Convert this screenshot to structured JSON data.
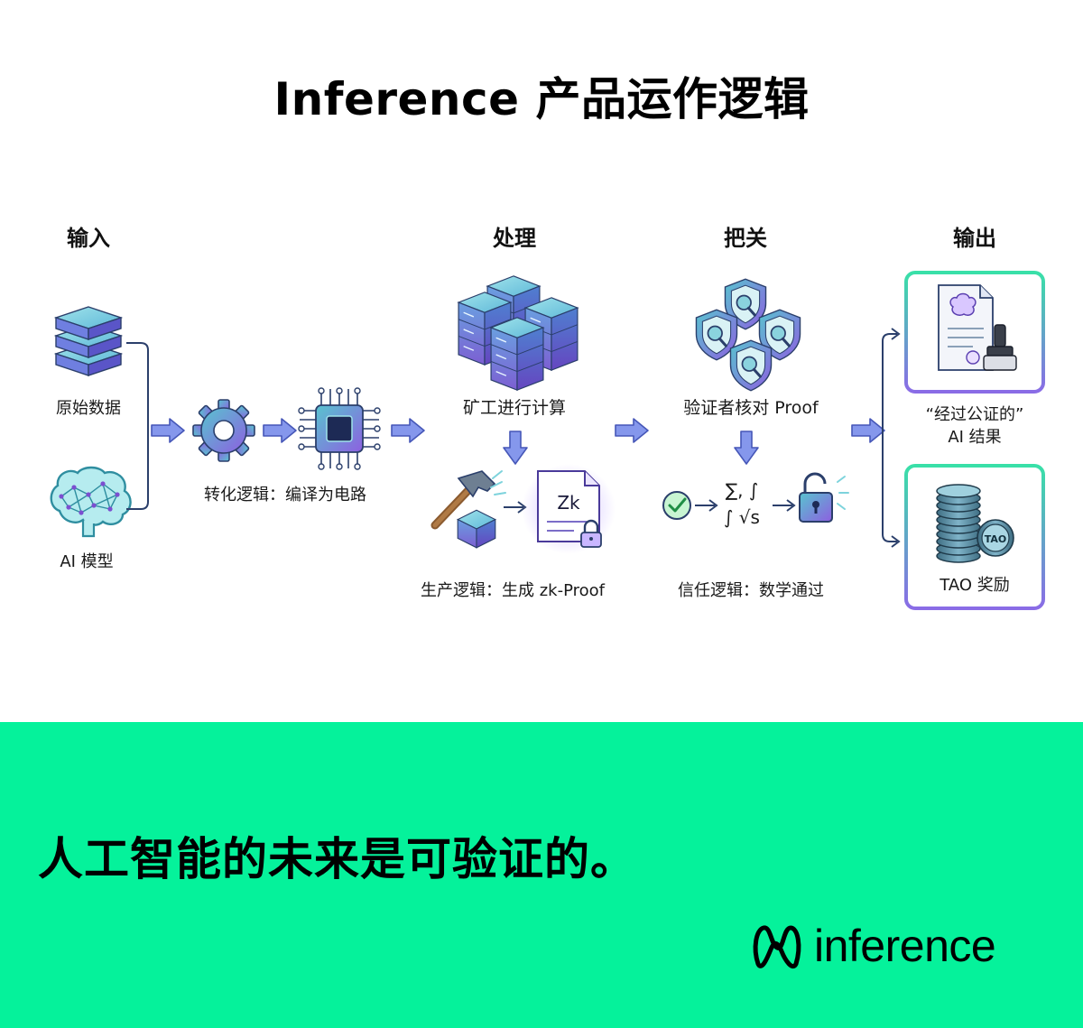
{
  "title": "Inference 产品运作逻辑",
  "stages": {
    "input": "输入",
    "process": "处理",
    "gate": "把关",
    "output": "输出"
  },
  "labels": {
    "raw_data": "原始数据",
    "ai_model": "AI 模型",
    "transform": "转化逻辑：编译为电路",
    "miners": "矿工进行计算",
    "production": "生产逻辑：生成 zk-Proof",
    "zk_badge": "Zk",
    "verifiers": "验证者核对 Proof",
    "math_top": "∑, ∫",
    "math_bottom": "∫ √s",
    "trust": "信任逻辑：数学通过",
    "certified_line1": "“经过公证的”",
    "certified_line2": "AI 结果",
    "coin_badge": "TAO",
    "reward": "TAO 奖励"
  },
  "banner": {
    "slogan": "人工智能的未来是可验证的。",
    "brand": "inference"
  },
  "colors": {
    "accent_green": "#05f29b",
    "arrow_blue": "#6f86e3",
    "icon_teal": "#4fb6c8",
    "icon_purple": "#8a68d8"
  },
  "icons": {
    "database": "database-icon",
    "brain": "brain-icon",
    "gear": "gear-icon",
    "chip": "chip-icon",
    "servers": "server-cluster-icon",
    "hammer": "hammer-icon",
    "shields": "shield-magnifier-icon",
    "check": "check-circle-icon",
    "lock": "padlock-icon",
    "certificate": "certificate-icon",
    "coins": "coin-stack-icon",
    "logo": "inference-logo-icon"
  }
}
